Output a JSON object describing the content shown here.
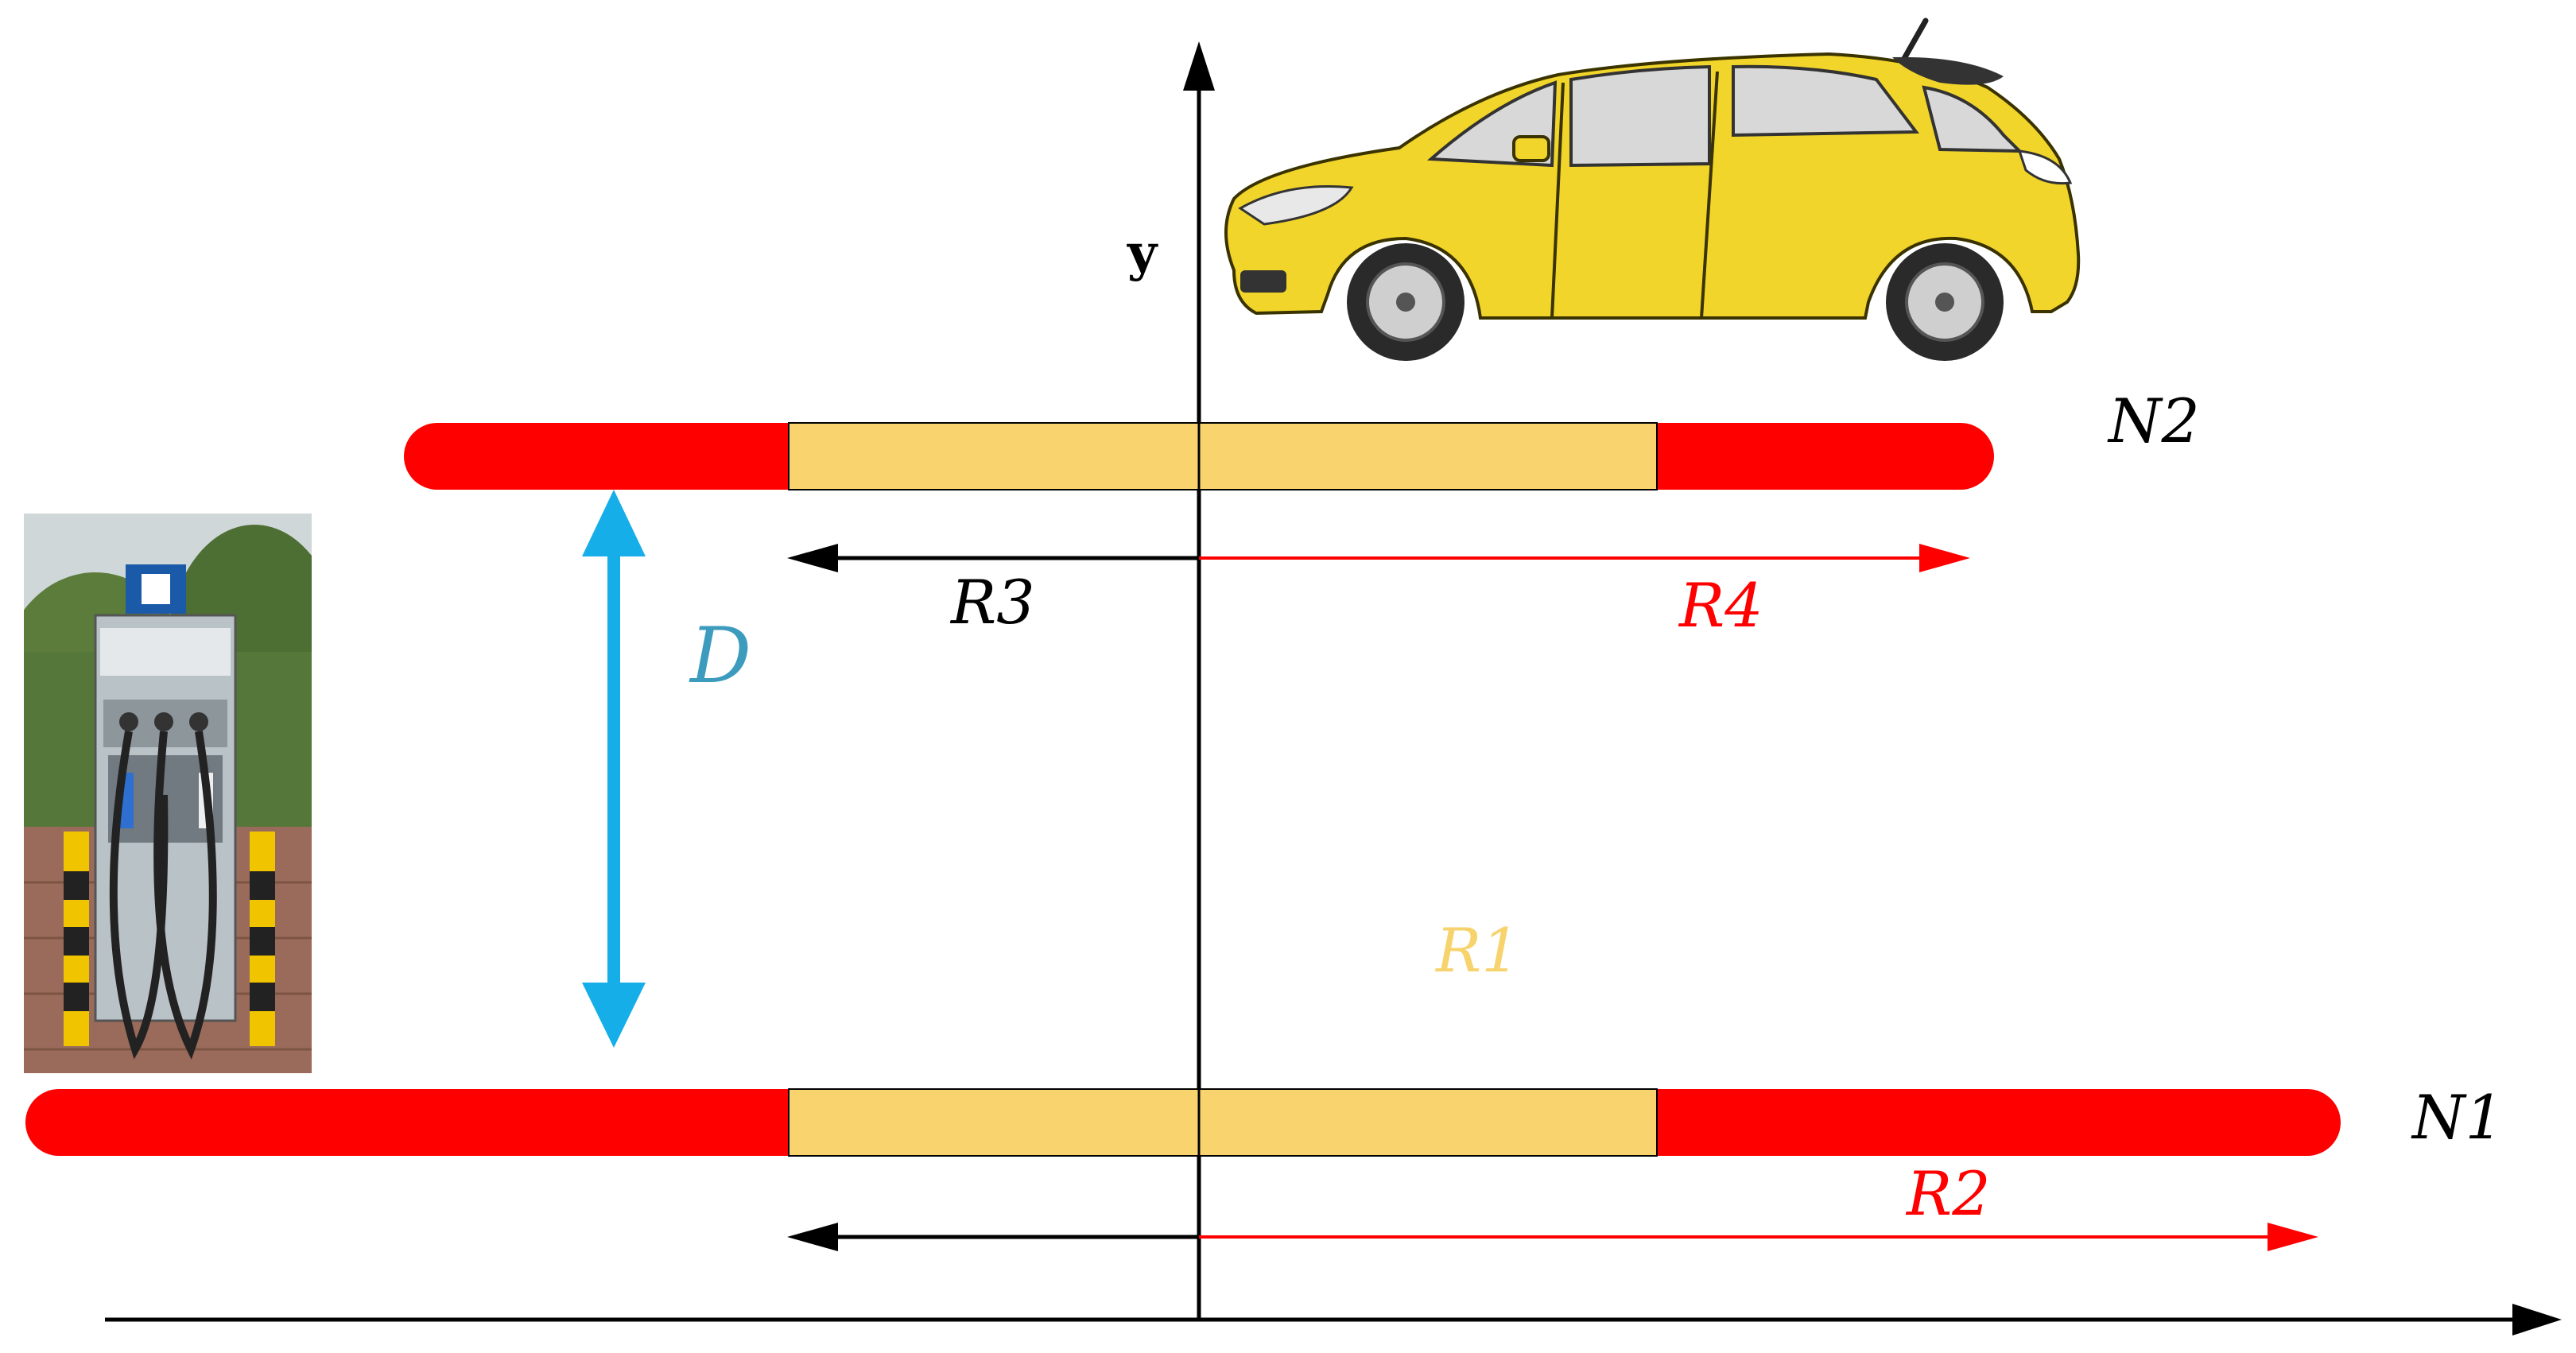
{
  "axes": {
    "y_label": "y"
  },
  "labels": {
    "n1": "N1",
    "n2": "N2",
    "r1": "R1",
    "r2": "R2",
    "r3": "R3",
    "r4": "R4",
    "d": "D"
  },
  "colors": {
    "red": "#ff0000",
    "gold": "#f9d46e",
    "blue": "#15aee8",
    "d_label": "#3d9cbe",
    "r1_label": "#f7d36e",
    "car_body": "#f2d52a",
    "black": "#000000"
  },
  "icons": {
    "car": "car-icon",
    "charger": "charging-station-icon"
  }
}
